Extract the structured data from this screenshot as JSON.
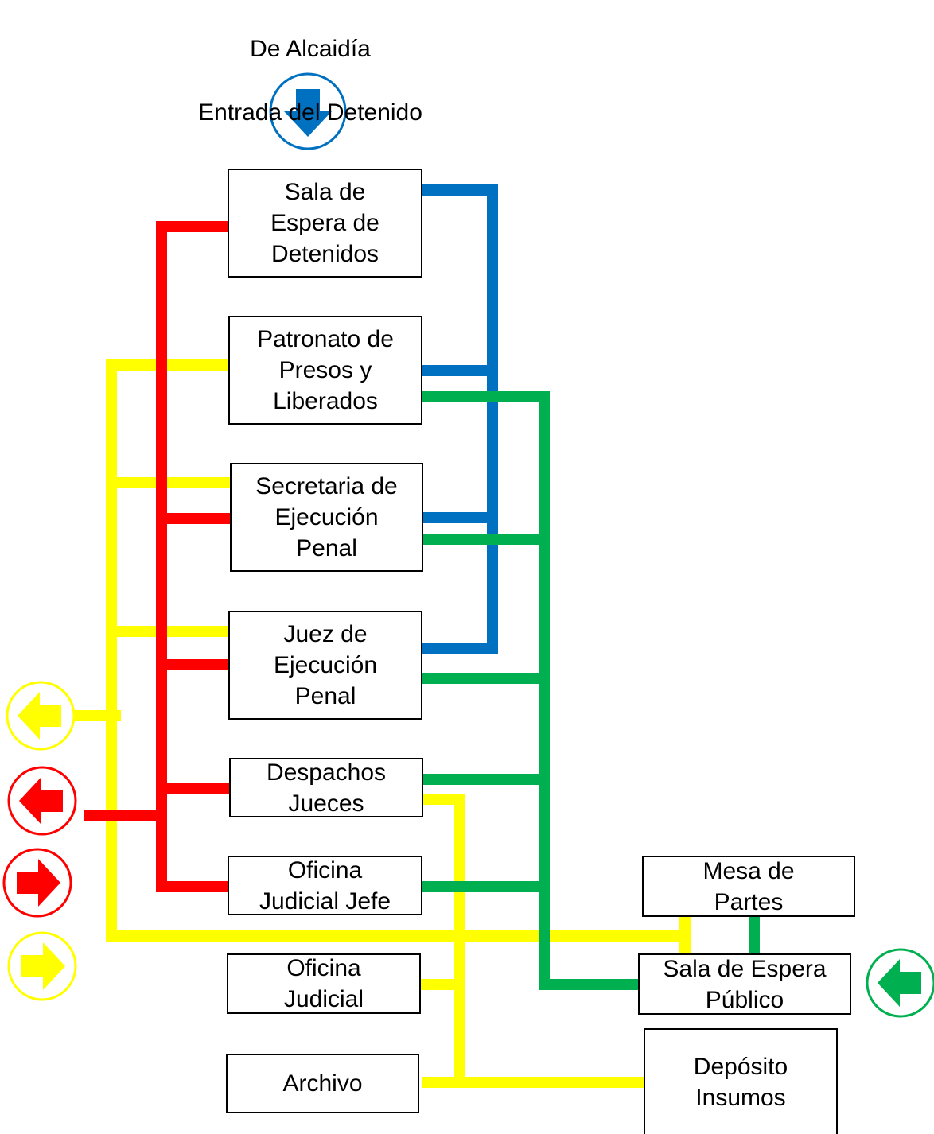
{
  "header": {
    "title_line1": "De Alcaidía",
    "title_line2": "Entrada del Detenido"
  },
  "rooms": {
    "sala_espera_detenidos": "Sala de\nEspera de\nDetenidos",
    "patronato": "Patronato de\nPresos y\nLiberados",
    "secretaria": "Secretaria de\nEjecución\nPenal",
    "juez": "Juez de\nEjecución\nPenal",
    "despachos": "Despachos\nJueces",
    "oficina_jefe": "Oficina\nJudicial Jefe",
    "oficina_judicial": "Oficina\nJudicial",
    "archivo": "Archivo",
    "mesa_partes": "Mesa de\nPartes",
    "sala_espera_publico": "Sala de Espera\nPúblico",
    "deposito": "Depósito\nInsumos"
  },
  "route_colors": {
    "detainee_entry": "#0070C0",
    "detainee_exit": "#FF0000",
    "staff": "#FFFF00",
    "public": "#00B050"
  },
  "arrows": [
    {
      "name": "entry-arrow-icon",
      "direction": "down",
      "color": "#0070C0"
    },
    {
      "name": "yellow-left-arrow-icon",
      "direction": "left",
      "color": "#FFFF00"
    },
    {
      "name": "red-left-arrow-icon",
      "direction": "left",
      "color": "#FF0000"
    },
    {
      "name": "red-right-arrow-icon",
      "direction": "right",
      "color": "#FF0000"
    },
    {
      "name": "yellow-right-arrow-icon",
      "direction": "right",
      "color": "#FFFF00"
    },
    {
      "name": "green-left-arrow-icon",
      "direction": "left",
      "color": "#00B050"
    }
  ]
}
